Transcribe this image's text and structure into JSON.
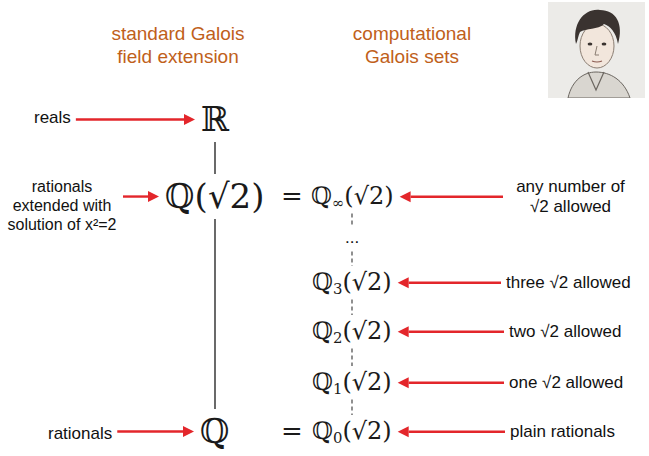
{
  "diagram": {
    "labels": [
      "standard Galois field extension",
      "computational Galois sets",
      "reals",
      "ℝ",
      "rationals extended with solution of x²=2",
      "ℚ(√2)",
      "=",
      "ℚ∞(√2)",
      "any number of √2 allowed",
      "...",
      "ℚ3(√2)",
      "three √2 allowed",
      "ℚ2(√2)",
      "two √2 allowed",
      "ℚ1(√2)",
      "one √2 allowed",
      "rationals",
      "ℚ",
      "=",
      "ℚ0(√2)",
      "plain rationals"
    ]
  }
}
